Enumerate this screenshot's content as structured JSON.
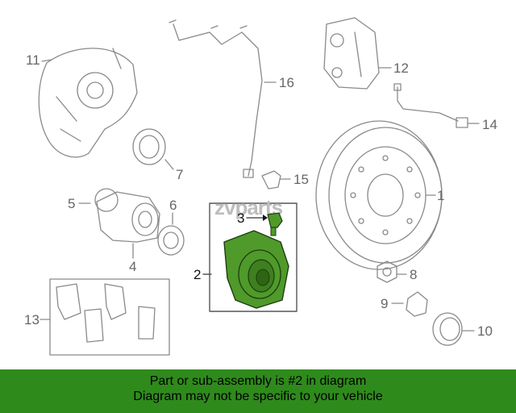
{
  "watermark": "zvparts",
  "callouts": {
    "c1": "1",
    "c2": "2",
    "c3": "3",
    "c4": "4",
    "c5": "5",
    "c6": "6",
    "c7": "7",
    "c8": "8",
    "c9": "9",
    "c10": "10",
    "c11": "11",
    "c12": "12",
    "c13": "13",
    "c14": "14",
    "c15": "15",
    "c16": "16"
  },
  "highlight_color": "#4f9a2a",
  "banner": {
    "line1": "Part or sub-assembly is #2 in diagram",
    "line2": "Diagram may not be specific to your vehicle",
    "color": "#2f8a1c"
  }
}
